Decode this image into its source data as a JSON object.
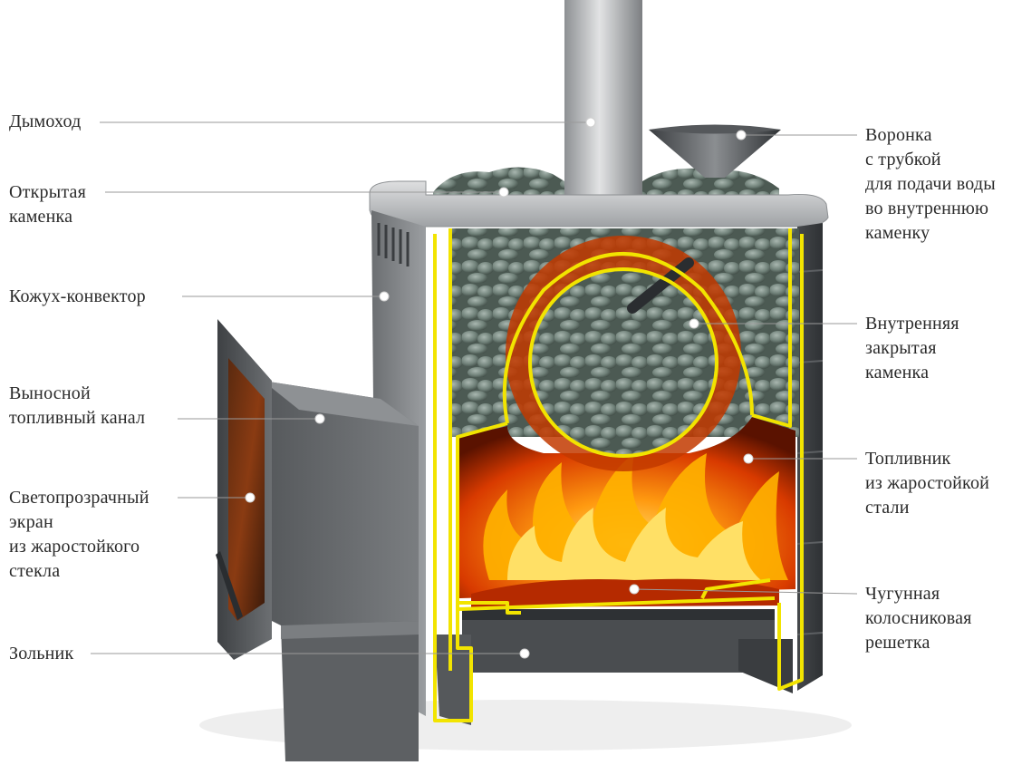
{
  "labels_left": [
    {
      "id": "chimney",
      "lines": [
        "Дымоход"
      ]
    },
    {
      "id": "open-stones",
      "lines": [
        "Открытая",
        "каменка"
      ]
    },
    {
      "id": "convector",
      "lines": [
        "Кожух-конвектор"
      ]
    },
    {
      "id": "fuel-channel",
      "lines": [
        "Выносной",
        "топливный канал"
      ]
    },
    {
      "id": "glass-screen",
      "lines": [
        "Светопрозрачный",
        "экран",
        "из жаростойкого",
        "стекла"
      ]
    },
    {
      "id": "ash-pan",
      "lines": [
        "Зольник"
      ]
    }
  ],
  "labels_right": [
    {
      "id": "funnel",
      "lines": [
        "Воронка",
        "с трубкой",
        "для подачи воды",
        "во внутреннюю",
        "каменку"
      ]
    },
    {
      "id": "inner-stones",
      "lines": [
        "Внутренняя",
        "закрытая",
        "каменка"
      ]
    },
    {
      "id": "firebox",
      "lines": [
        "Топливник",
        "из жаростойкой",
        "стали"
      ]
    },
    {
      "id": "grate",
      "lines": [
        "Чугунная",
        "колосниковая",
        "решетка"
      ]
    }
  ],
  "colors": {
    "text": "#2a2a2a",
    "leader": "#9a9a9a",
    "steel_dark": "#4a4d50",
    "steel_light": "#c9cbcd",
    "outline_yellow": "#f2e400",
    "stone": "#6f8078",
    "fire_orange": "#ff7a00",
    "fire_yellow": "#ffd21a",
    "fire_red": "#c42300"
  }
}
